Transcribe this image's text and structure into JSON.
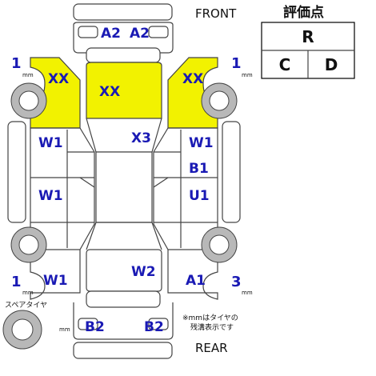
{
  "header": {
    "front_label": "FRONT",
    "rear_label": "REAR",
    "grade_title": "評価点"
  },
  "grade": {
    "overall": "R",
    "interior": "C",
    "exterior": "D"
  },
  "spare_tire_label": "スペアタイヤ",
  "note_lines": [
    "※mmはタイヤの",
    "残溝表示です"
  ],
  "tires": {
    "front_left": {
      "value": "1",
      "unit": "mm"
    },
    "front_right": {
      "value": "1",
      "unit": "mm"
    },
    "rear_left": {
      "value": "1",
      "unit": "mm"
    },
    "rear_right": {
      "value": "3",
      "unit": "mm"
    },
    "spare": {
      "unit": "mm"
    }
  },
  "damage_marks": {
    "front_bumper_left": "A2",
    "front_bumper_right": "A2",
    "hood": "XX",
    "left_fender": "XX",
    "right_fender": "XX",
    "roof": "X3",
    "left_front_door": "W1",
    "left_rear_door": "W1",
    "left_rear_quarter": "W1",
    "right_front_door_1": "W1",
    "right_front_door_2": "B1",
    "right_rear_door": "U1",
    "trunk": "W2",
    "right_rear_quarter": "A1",
    "rear_bumper_left": "B2",
    "rear_bumper_right": "B2"
  },
  "colors": {
    "damage_highlight": "#f2f200",
    "mark_text": "#1a1ab4"
  }
}
